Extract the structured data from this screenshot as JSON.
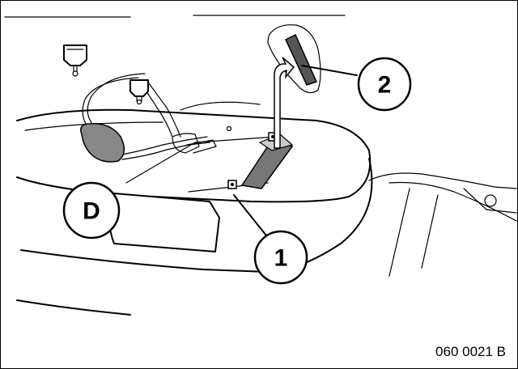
{
  "callouts": {
    "one": "1",
    "two": "2",
    "d": "D"
  },
  "reference_code": "060 0021 B",
  "colors": {
    "line": "#000000",
    "background": "#ffffff",
    "part_dark": "#555555",
    "part_mid": "#999999"
  }
}
